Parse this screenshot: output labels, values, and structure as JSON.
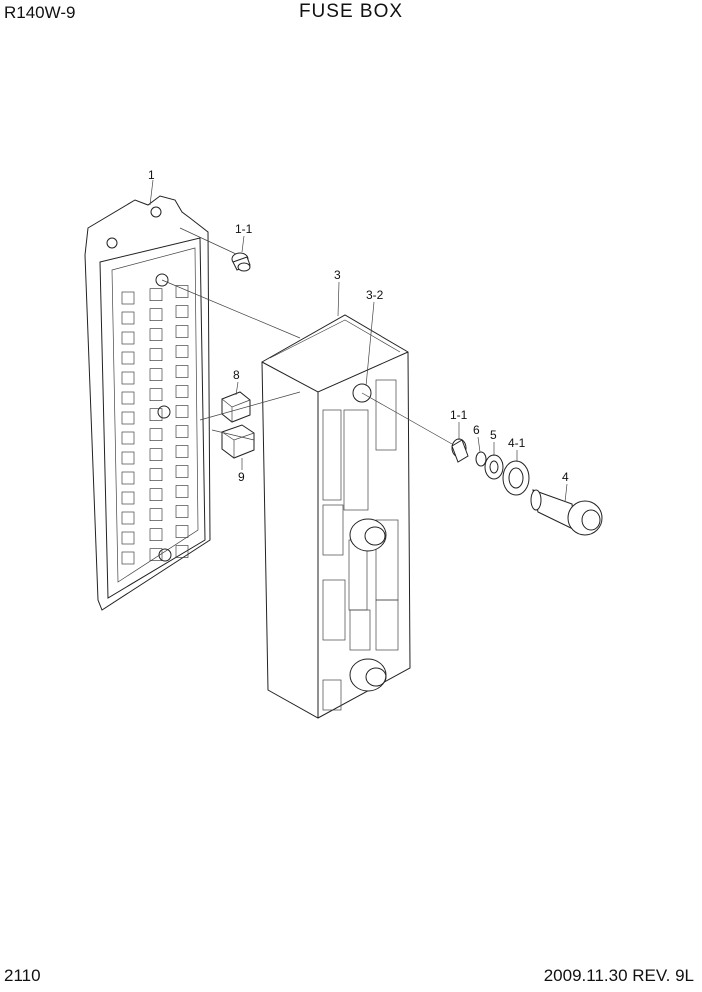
{
  "header": {
    "model": "R140W-9",
    "title": "FUSE BOX"
  },
  "footer": {
    "page": "2110",
    "revision": "2009.11.30 REV. 9L"
  },
  "callouts": [
    "1",
    "1-1",
    "3",
    "3-2",
    "8",
    "9",
    "1-1",
    "6",
    "5",
    "4-1",
    "4"
  ]
}
